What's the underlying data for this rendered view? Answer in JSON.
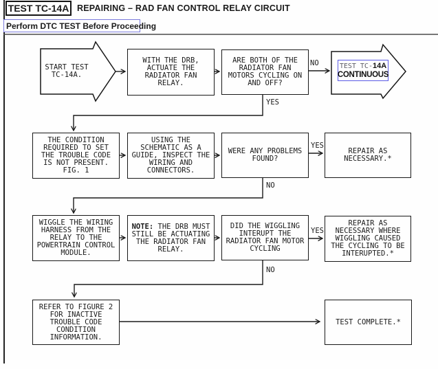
{
  "header": {
    "test_id": "TEST TC-14A",
    "title": "REPAIRING – RAD FAN CONTROL RELAY CIRCUIT",
    "notice": "Perform DTC TEST Before Proceeding"
  },
  "colors": {
    "link_blue": "#5a5ae6",
    "notice_border_blue": "#7b7bdc",
    "line_black": "#1a1a1a"
  },
  "flow": {
    "start": {
      "lines": [
        "START TEST",
        "TC-14A."
      ]
    },
    "actuate": {
      "lines": [
        "WITH THE DRB,",
        "ACTUATE THE",
        "RADIATOR FAN",
        "RELAY."
      ]
    },
    "cycling_q": {
      "lines": [
        "ARE BOTH OF THE",
        "RADIATOR FAN",
        "MOTORS CYCLING ON",
        "AND OFF?"
      ]
    },
    "continuous_link": {
      "line1_prefix": "TEST TC-",
      "line1_suffix": "14A",
      "line2": "CONTINUOUS"
    },
    "condition": {
      "lines": [
        "THE CONDITION",
        "REQUIRED TO SET",
        "THE TROUBLE CODE",
        "IS NOT PRESENT.",
        "FIG. 1"
      ]
    },
    "inspect": {
      "lines": [
        "USING THE",
        "SCHEMATIC AS A",
        "GUIDE, INSPECT THE",
        "WIRING AND",
        "CONNECTORS."
      ]
    },
    "problems_q": {
      "lines": [
        "WERE ANY PROBLEMS",
        "FOUND?"
      ]
    },
    "repair1": {
      "lines": [
        "REPAIR AS",
        "NECESSARY.*"
      ]
    },
    "wiggle": {
      "lines": [
        "WIGGLE THE WIRING",
        "HARNESS FROM THE",
        "RELAY TO THE",
        "POWERTRAIN CONTROL",
        "MODULE."
      ]
    },
    "note": {
      "label": "NOTE:",
      "line1_rest": "THE DRB MUST",
      "line2": "STILL BE ACTUATING",
      "line3": "THE RADIATOR FAN",
      "line4": "RELAY."
    },
    "wiggling_q": {
      "lines": [
        "DID THE WIGGLING",
        "INTERUPT THE",
        "RADIATOR FAN MOTOR",
        "CYCLING"
      ]
    },
    "repair2": {
      "lines": [
        "REPAIR AS",
        "NECESSARY WHERE",
        "WIGGLING CAUSED",
        "THE CYCLING TO BE",
        "INTERUPTED.*"
      ]
    },
    "refer": {
      "lines": [
        "REFER TO FIGURE 2",
        "FOR INACTIVE",
        "TROUBLE CODE",
        "CONDITION",
        "INFORMATION."
      ]
    },
    "complete": {
      "lines": [
        "TEST COMPLETE.*"
      ]
    },
    "labels": {
      "no1": "NO",
      "yes1": "YES",
      "yes2": "YES",
      "no2": "NO",
      "yes3": "YES",
      "no3": "NO"
    }
  }
}
